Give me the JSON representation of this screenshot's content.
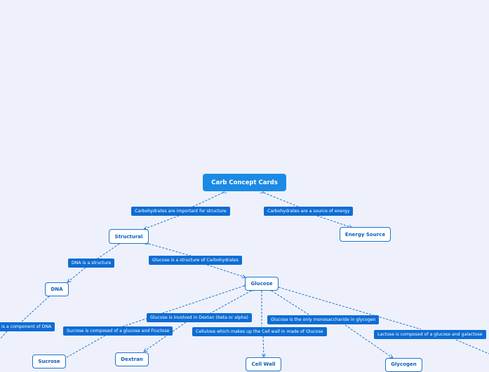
{
  "root": {
    "label": "Carb Concept Cards"
  },
  "concepts": {
    "structural": "Structural",
    "energy_source": "Energy Source",
    "dna": "DNA",
    "glucose": "Glucose",
    "sucrose": "Sucrose",
    "dextran": "Dextran",
    "cell_wall": "Cell Wall",
    "glycogen": "Glycogen"
  },
  "links": {
    "structure": "Carbohydrates are important for structure",
    "energy": "Carbohydrates are a source of energy",
    "dna_structure": "DNA is a structure",
    "glucose_structure": "Glucose is a structure of Carbohydrates",
    "dna_component": "is a component of DNA",
    "sucrose_composed": "Sucrose is composed of a glucose and Fructose",
    "dextran_involved": "Glucose is involved in Dextan (beta or alpha)",
    "cellulose": "Cellulose which makes up the Cell wall in made of Glucose",
    "glycogen": "Glucose is the only monosaccharide in glycogen",
    "lactose": "Lactose is composed of a glucose and galactose"
  },
  "colors": {
    "background": "#eef1fb",
    "root": "#1a8ae6",
    "link_label": "#0d6dd4",
    "border": "#1d73d1"
  }
}
